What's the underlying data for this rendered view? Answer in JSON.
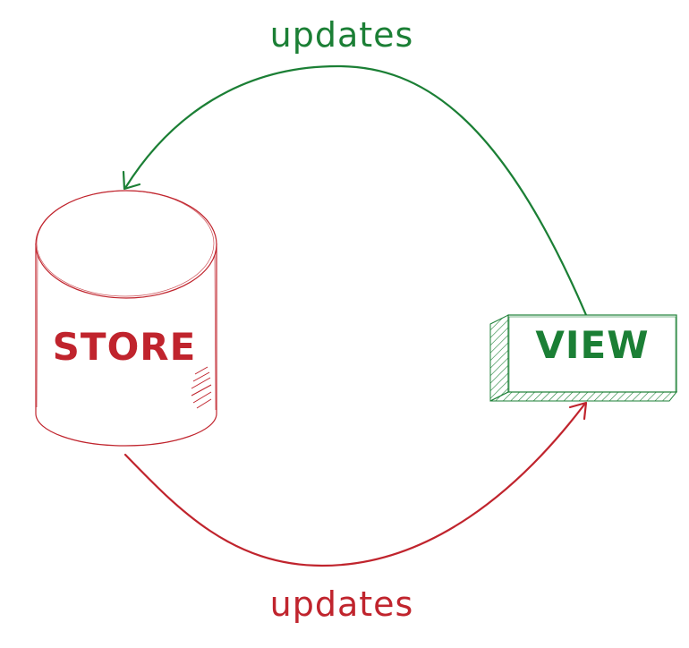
{
  "colors": {
    "store": "#c0242d",
    "view": "#1b7f35",
    "background": "#ffffff"
  },
  "nodes": {
    "store": {
      "label": "STORE",
      "shape": "cylinder"
    },
    "view": {
      "label": "VIEW",
      "shape": "3d-box"
    }
  },
  "edges": {
    "view_to_store": {
      "label": "updates",
      "from": "VIEW",
      "to": "STORE"
    },
    "store_to_view": {
      "label": "updates",
      "from": "STORE",
      "to": "VIEW"
    }
  }
}
